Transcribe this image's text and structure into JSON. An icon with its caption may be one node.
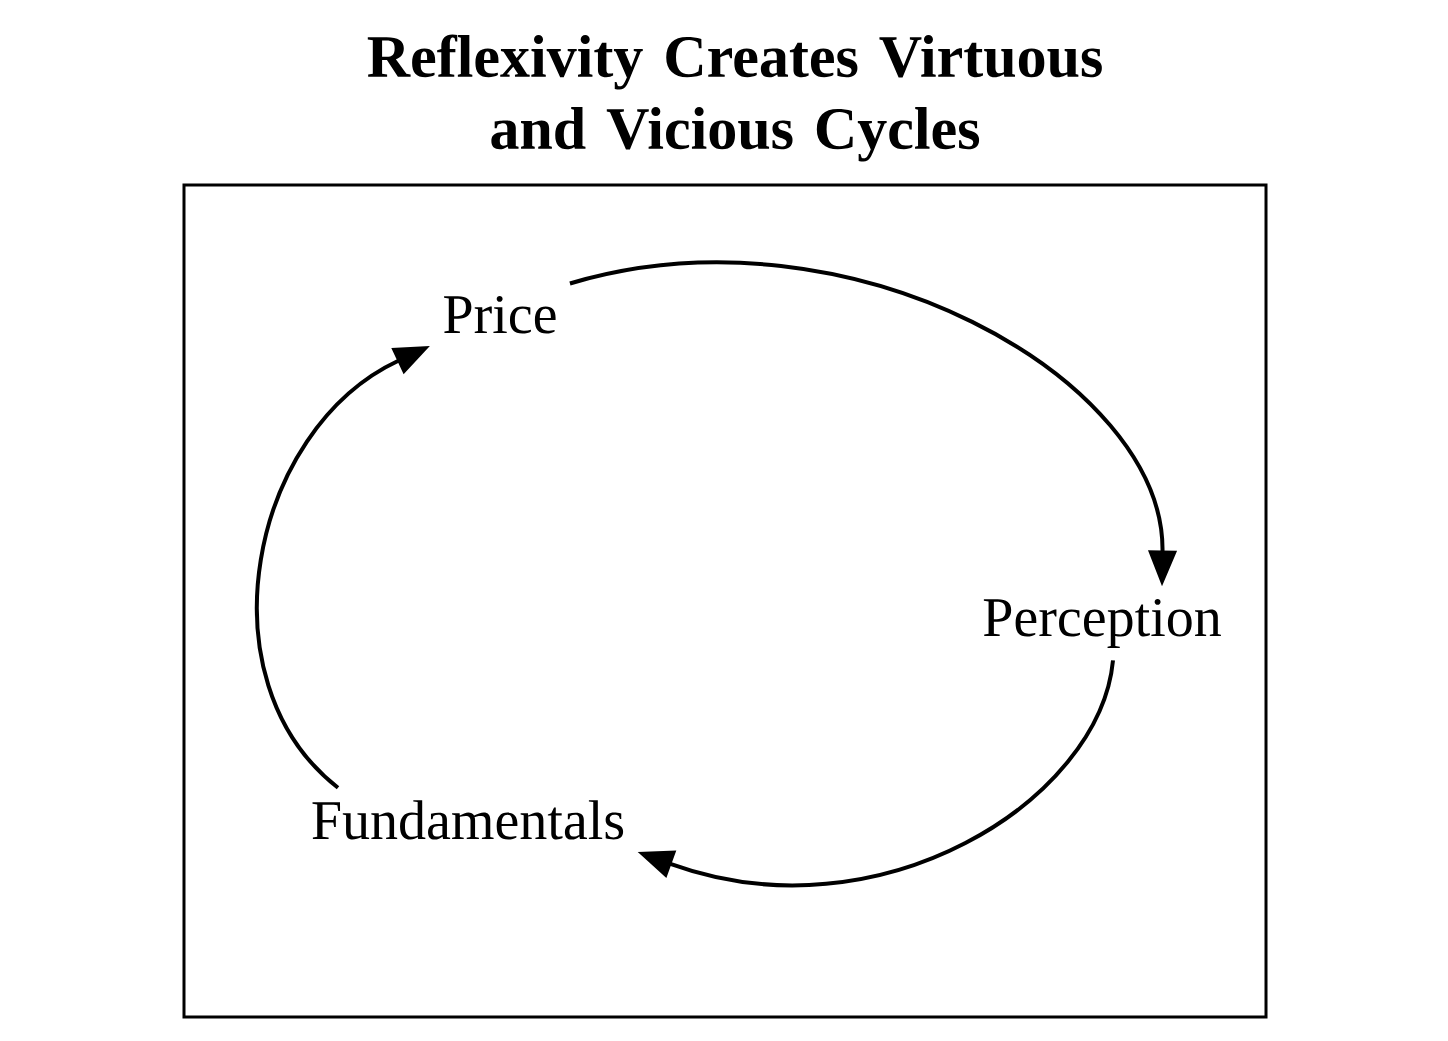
{
  "diagram": {
    "title": "Reflexivity Creates Virtuous and Vicious Cycles",
    "nodes": [
      {
        "text": [
          "Price"
        ]
      },
      {
        "text": [
          "Perception"
        ]
      },
      {
        "text": [
          "Fundamentals"
        ]
      }
    ],
    "edges": [
      {
        "from": 0,
        "to": 1,
        "arrow": "to"
      },
      {
        "from": 1,
        "to": 2,
        "arrow": "to"
      },
      {
        "from": 2,
        "to": 0,
        "arrow": "to"
      }
    ]
  }
}
